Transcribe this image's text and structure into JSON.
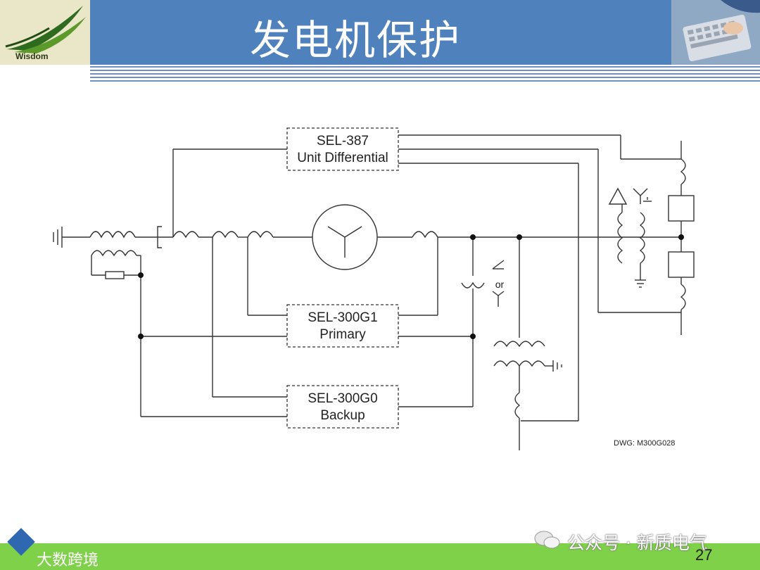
{
  "header": {
    "title": "发电机保护",
    "logo_text": "Wisdom"
  },
  "diagram": {
    "boxes": [
      {
        "id": "sel387",
        "line1": "SEL-387",
        "line2": "Unit Differential"
      },
      {
        "id": "sel300g1",
        "line1": "SEL-300G1",
        "line2": "Primary"
      },
      {
        "id": "sel300g0",
        "line1": "SEL-300G0",
        "line2": "Backup"
      }
    ],
    "or_label": "or",
    "dwg_label": "DWG:  M300G028"
  },
  "footer": {
    "brand": "大数跨境",
    "watermark": "公众号 · 新质电气",
    "page_number": "27"
  }
}
